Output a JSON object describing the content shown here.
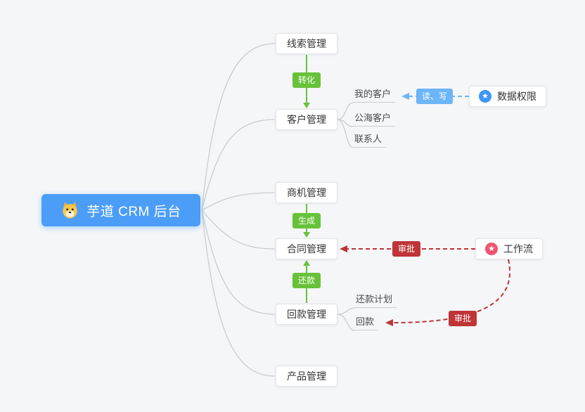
{
  "canvas": {
    "background": "#f5f6f8"
  },
  "root": {
    "label": "芋道 CRM 后台",
    "icon": "dog-icon",
    "color": "#4b9df8"
  },
  "modules": [
    {
      "label": "线索管理"
    },
    {
      "label": "客户管理"
    },
    {
      "label": "商机管理"
    },
    {
      "label": "合同管理"
    },
    {
      "label": "回款管理"
    },
    {
      "label": "产品管理"
    }
  ],
  "customer_children": [
    {
      "label": "我的客户"
    },
    {
      "label": "公海客户"
    },
    {
      "label": "联系人"
    }
  ],
  "receivable_children": [
    {
      "label": "还款计划"
    },
    {
      "label": "回款"
    }
  ],
  "external": {
    "data_permission": {
      "label": "数据权限",
      "icon": "star-icon",
      "icon_color": "#3d96f7"
    },
    "workflow": {
      "label": "工作流",
      "icon": "star-icon",
      "icon_color": "#ee5570"
    }
  },
  "icons": {
    "star": "★"
  },
  "edge_labels": {
    "convert": {
      "label": "转化",
      "color": "#67c23a"
    },
    "generate": {
      "label": "生成",
      "color": "#67c23a"
    },
    "repay": {
      "label": "还款",
      "color": "#67c23a"
    },
    "read_write": {
      "label": "读、写",
      "color": "#6cb5f8"
    },
    "approve_contract": {
      "label": "审批",
      "color": "#bf3437"
    },
    "approve_receivable": {
      "label": "审批",
      "color": "#bf3437"
    }
  },
  "connections": [
    {
      "from": "线索管理",
      "to": "客户管理",
      "label": "转化",
      "style": "solid-green-arrow"
    },
    {
      "from": "商机管理",
      "to": "合同管理",
      "label": "生成",
      "style": "solid-green-arrow"
    },
    {
      "from": "回款管理",
      "to": "合同管理",
      "label": "还款",
      "style": "solid-green-arrow"
    },
    {
      "from": "数据权限",
      "to": "我的客户",
      "label": "读、写",
      "style": "dashed-blue-arrow"
    },
    {
      "from": "工作流",
      "to": "合同管理",
      "label": "审批",
      "style": "dashed-red-arrow"
    },
    {
      "from": "工作流",
      "to": "回款",
      "label": "审批",
      "style": "dashed-red-arrow"
    }
  ]
}
